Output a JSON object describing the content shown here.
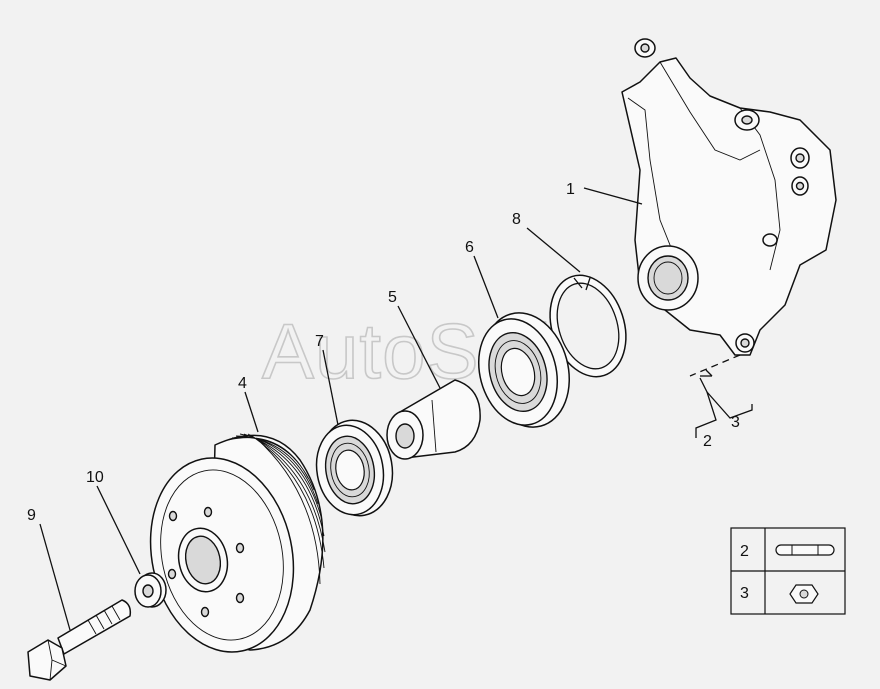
{
  "watermark": "AutoSoft",
  "callouts": {
    "c1": "1",
    "c2": "2",
    "c3": "3",
    "c4": "4",
    "c5": "5",
    "c6": "6",
    "c7": "7",
    "c8": "8",
    "c9": "9",
    "c10": "10"
  },
  "legend": {
    "row1_label": "2",
    "row1_icon": "pin-icon",
    "row2_label": "3",
    "row2_icon": "nut-icon"
  }
}
